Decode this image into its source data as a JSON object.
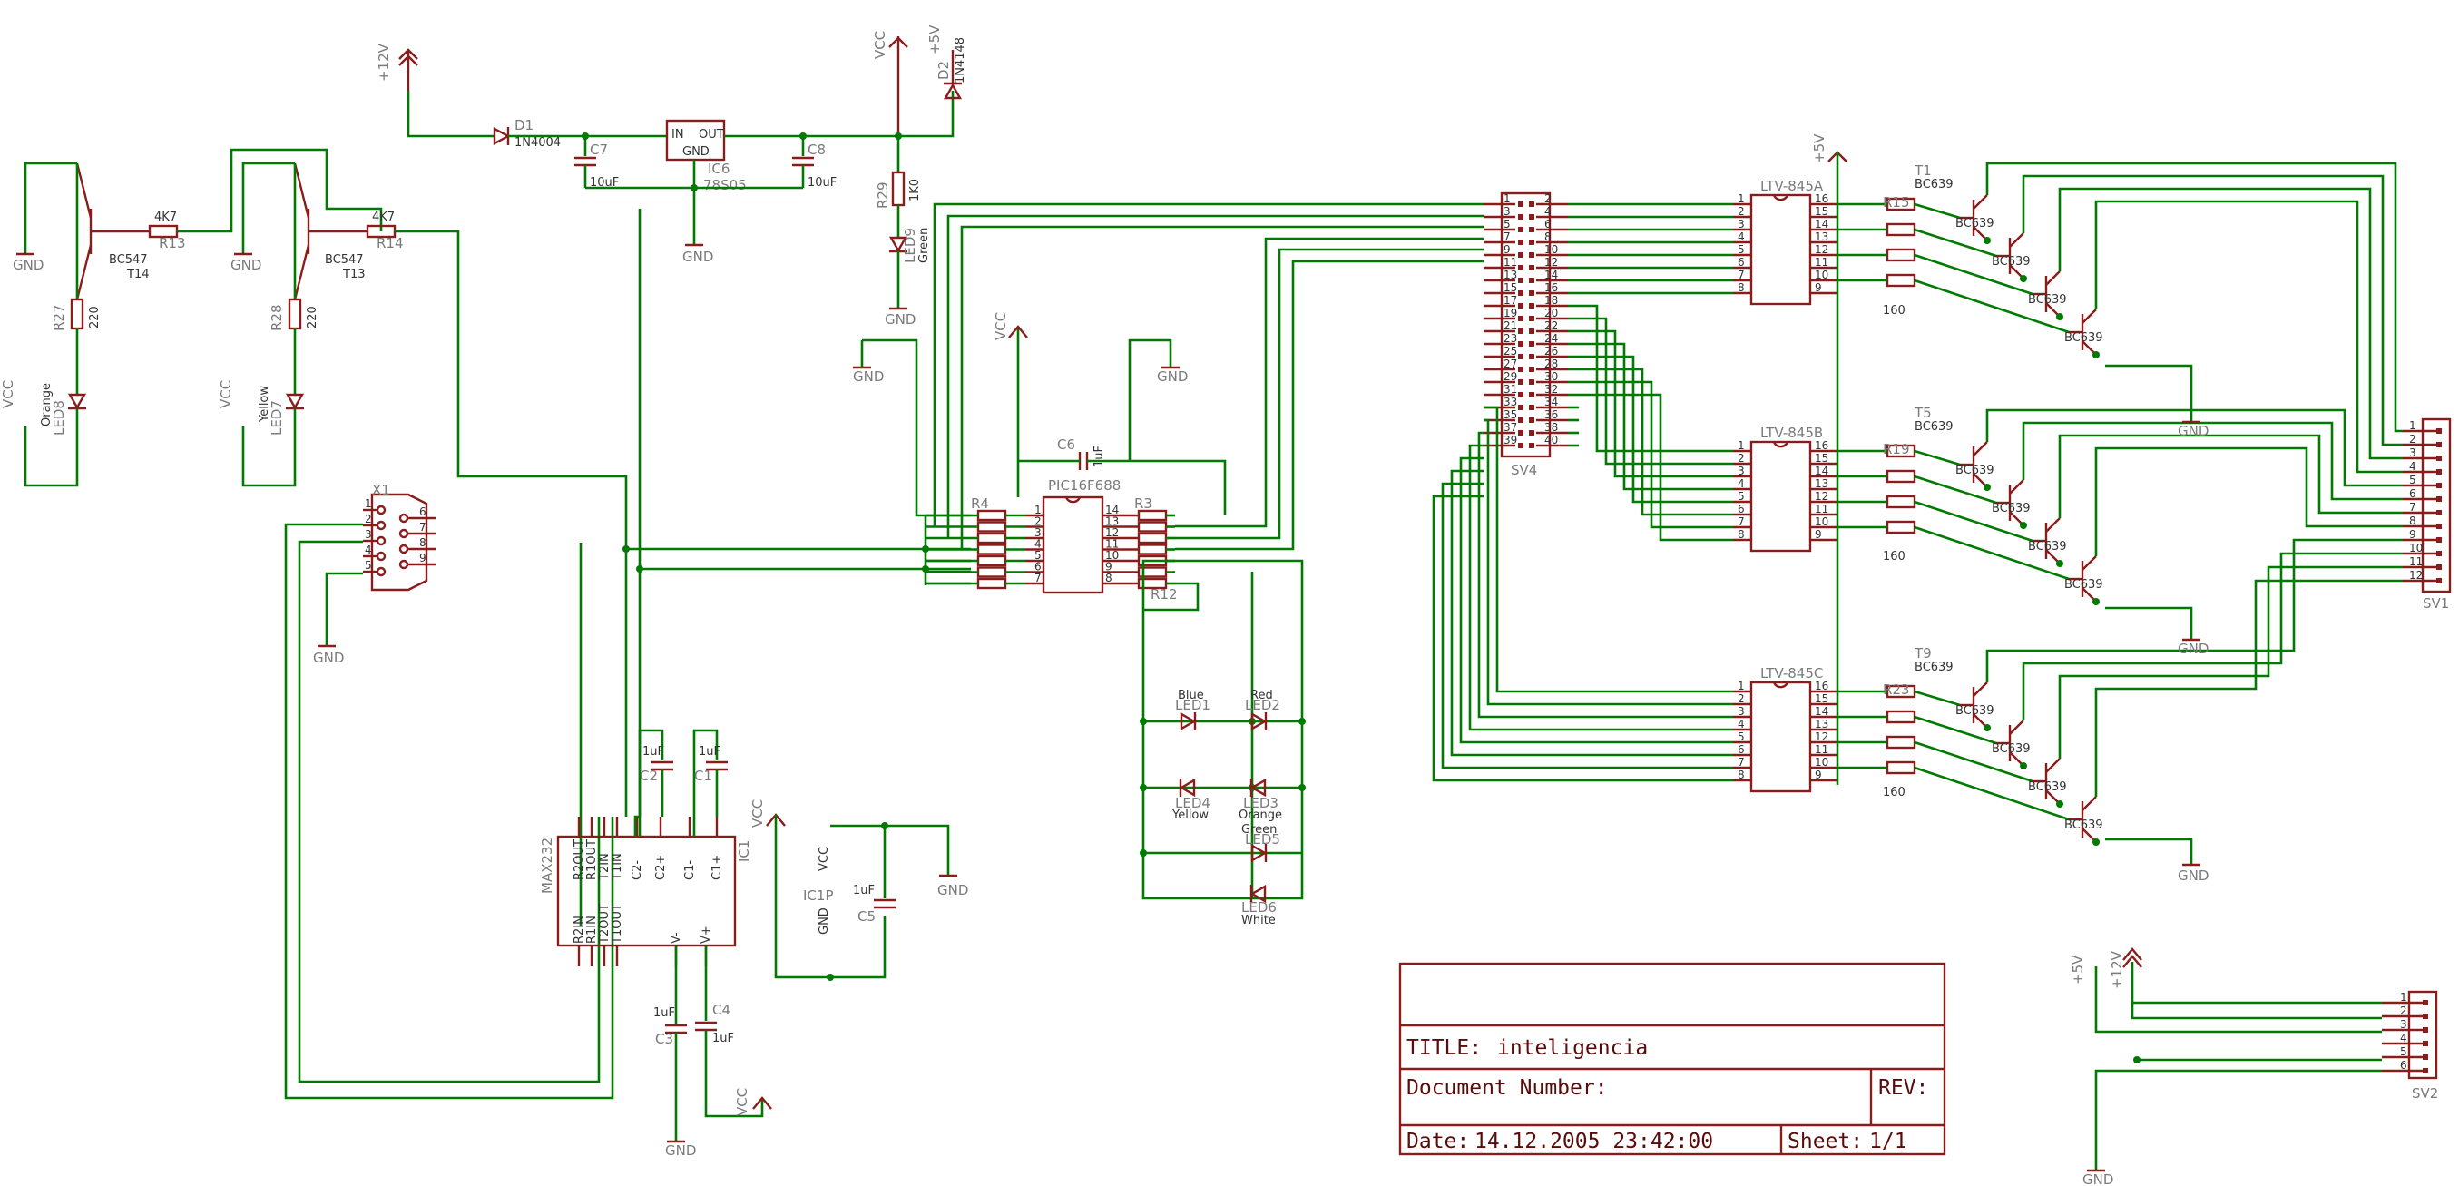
{
  "power_labels": {
    "vcc": "VCC",
    "gnd": "GND",
    "p12v": "+12V",
    "p5v": "+5V"
  },
  "parts": {
    "d1": {
      "name": "D1",
      "value": "1N4004"
    },
    "d2": {
      "name": "D2",
      "value": "1N4148"
    },
    "c7": {
      "name": "C7",
      "value": "10uF"
    },
    "c8": {
      "name": "C8",
      "value": "10uF"
    },
    "ic6": {
      "name": "IC6",
      "value": "78S05",
      "in": "IN",
      "out": "OUT",
      "gnd": "GND"
    },
    "r29": {
      "name": "R29",
      "value": "1K0"
    },
    "led9": {
      "name": "LED9",
      "value": "Green"
    },
    "t14": {
      "name": "T14",
      "value": "BC547"
    },
    "t13": {
      "name": "T13",
      "value": "BC547"
    },
    "r13": {
      "name": "R13",
      "value": "4K7"
    },
    "r14": {
      "name": "R14",
      "value": "4K7"
    },
    "r27": {
      "name": "R27",
      "value": "220"
    },
    "r28": {
      "name": "R28",
      "value": "220"
    },
    "led8": {
      "name": "LED8",
      "value": "Orange"
    },
    "led7": {
      "name": "LED7",
      "value": "Yellow"
    },
    "x1": {
      "name": "X1"
    },
    "pic": {
      "name": "PIC16F688"
    },
    "c6": {
      "name": "C6",
      "value": "1uF"
    },
    "r4": {
      "name": "R4"
    },
    "r3": {
      "name": "R3"
    },
    "r12": {
      "name": "R12"
    },
    "led1": {
      "name": "LED1",
      "value": "Blue"
    },
    "led2": {
      "name": "LED2",
      "value": "Red"
    },
    "led4": {
      "name": "LED4",
      "value": "Yellow"
    },
    "led3": {
      "name": "LED3",
      "value": "Orange"
    },
    "led5": {
      "name": "LED5",
      "value": "Green"
    },
    "led6": {
      "name": "LED6",
      "value": "White"
    },
    "max232": {
      "name": "MAX232",
      "ic": "IC1",
      "pins_top": [
        "R2OUT",
        "R1OUT",
        "T2IN",
        "T1IN",
        "C2-",
        "C2+",
        "C1-",
        "C1+"
      ],
      "pins_bot": [
        "R2IN",
        "R1IN",
        "T2OUT",
        "T1OUT",
        "V-",
        "V+"
      ]
    },
    "c2": {
      "name": "C2",
      "value": "1uF"
    },
    "c1": {
      "name": "C1",
      "value": "1uF"
    },
    "c3": {
      "name": "C3",
      "value": "1uF"
    },
    "c4": {
      "name": "C4",
      "value": "1uF"
    },
    "c5": {
      "name": "C5",
      "value": "1uF"
    },
    "ic1p": {
      "name": "IC1P",
      "vcc": "VCC",
      "gnd": "GND"
    },
    "sv4": {
      "name": "SV4"
    },
    "sv1": {
      "name": "SV1"
    },
    "sv2": {
      "name": "SV2"
    },
    "ltv_a": {
      "name": "LTV-845A"
    },
    "ltv_b": {
      "name": "LTV-845B"
    },
    "ltv_c": {
      "name": "LTV-845C"
    },
    "r15": {
      "name": "R15"
    },
    "r19": {
      "name": "R19"
    },
    "r23": {
      "name": "R23"
    },
    "r160": {
      "value": "160"
    },
    "t1": {
      "name": "T1",
      "value": "BC639"
    },
    "t5": {
      "name": "T5",
      "value": "BC639"
    },
    "t9": {
      "name": "T9",
      "value": "BC639"
    },
    "bc639": {
      "value": "BC639"
    }
  },
  "sv4_pins_left": [
    "1",
    "3",
    "5",
    "7",
    "9",
    "11",
    "13",
    "15",
    "17",
    "19",
    "21",
    "23",
    "25",
    "27",
    "29",
    "31",
    "33",
    "35",
    "37",
    "39"
  ],
  "sv4_pins_right": [
    "2",
    "4",
    "6",
    "8",
    "10",
    "12",
    "14",
    "16",
    "18",
    "20",
    "22",
    "24",
    "26",
    "28",
    "30",
    "32",
    "34",
    "36",
    "38",
    "40"
  ],
  "sv1_pins": [
    "1",
    "2",
    "3",
    "4",
    "5",
    "6",
    "7",
    "8",
    "9",
    "10",
    "11",
    "12"
  ],
  "sv2_pins": [
    "1",
    "2",
    "3",
    "4",
    "5",
    "6"
  ],
  "x1_pins_left": [
    "1",
    "2",
    "3",
    "4",
    "5"
  ],
  "x1_pins_right": [
    "6",
    "7",
    "8",
    "9"
  ],
  "ltv_pins_left": [
    "1",
    "2",
    "3",
    "4",
    "5",
    "6",
    "7",
    "8"
  ],
  "ltv_pins_right": [
    "16",
    "15",
    "14",
    "13",
    "12",
    "11",
    "10",
    "9"
  ],
  "pic_pins_left": [
    "1",
    "2",
    "3",
    "4",
    "5",
    "6",
    "7"
  ],
  "pic_pins_right": [
    "14",
    "13",
    "12",
    "11",
    "10",
    "9",
    "8"
  ],
  "title_block": {
    "title_label": "TITLE:",
    "title_value": "inteligencia",
    "doc_label": "Document Number:",
    "rev_label": "REV:",
    "date_label": "Date:",
    "date_value": "14.12.2005 23:42:00",
    "sheet_label": "Sheet:",
    "sheet_value": "1/1"
  }
}
